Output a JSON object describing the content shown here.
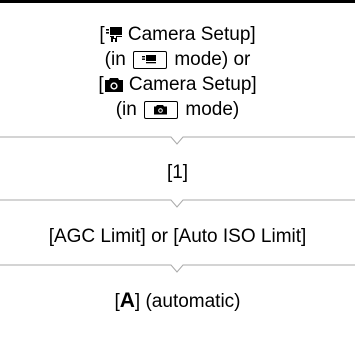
{
  "colors": {
    "text": "#000000",
    "separator": "#a8a8a8",
    "background": "#ffffff"
  },
  "steps": {
    "step1": {
      "line1_open": "[",
      "line1_icon": "movie-mode-icon",
      "line1_text": " Camera Setup]",
      "line2_open": "(in ",
      "line2_icon": "movie-mode-box-icon",
      "line2_text": " mode) or",
      "line3_open": "[",
      "line3_icon": "photo-mode-icon",
      "line3_text": " Camera Setup]",
      "line4_open": "(in ",
      "line4_icon": "photo-mode-box-icon",
      "line4_text": " mode)"
    },
    "step2": {
      "text": "[1]"
    },
    "step3": {
      "text": "[AGC Limit] or [Auto ISO Limit]"
    },
    "step4": {
      "open": "[",
      "icon_text": "A",
      "close": "] (automatic)"
    }
  }
}
